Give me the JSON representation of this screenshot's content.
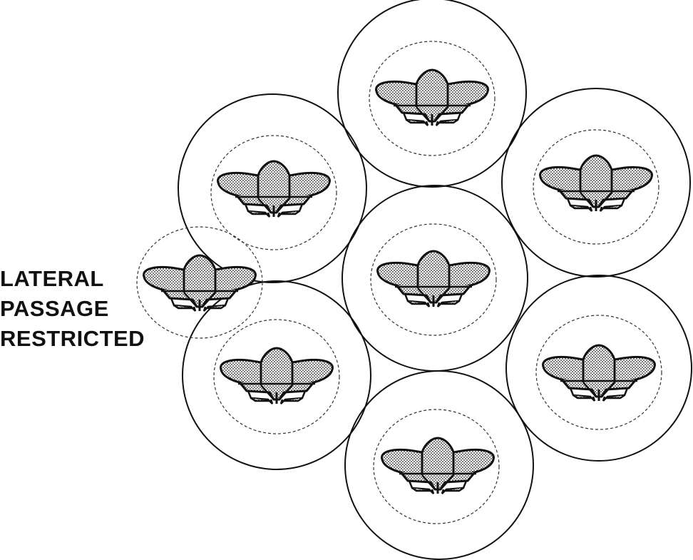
{
  "label": {
    "lines": [
      "LATERAL",
      "PASSAGE",
      "RESTRICTED"
    ]
  },
  "colors": {
    "stroke": "#111111",
    "fill_stipple": "#b8b8b8",
    "background": "#ffffff"
  },
  "elements": {
    "units": [
      {
        "id": "top-center",
        "kind": "large-circle"
      },
      {
        "id": "upper-left",
        "kind": "large-circle"
      },
      {
        "id": "upper-right",
        "kind": "large-circle"
      },
      {
        "id": "center",
        "kind": "large-circle"
      },
      {
        "id": "lower-left",
        "kind": "large-circle"
      },
      {
        "id": "lower-right",
        "kind": "large-circle"
      },
      {
        "id": "bottom-center",
        "kind": "large-circle"
      },
      {
        "id": "restricted-left",
        "kind": "dashed-only"
      }
    ]
  }
}
